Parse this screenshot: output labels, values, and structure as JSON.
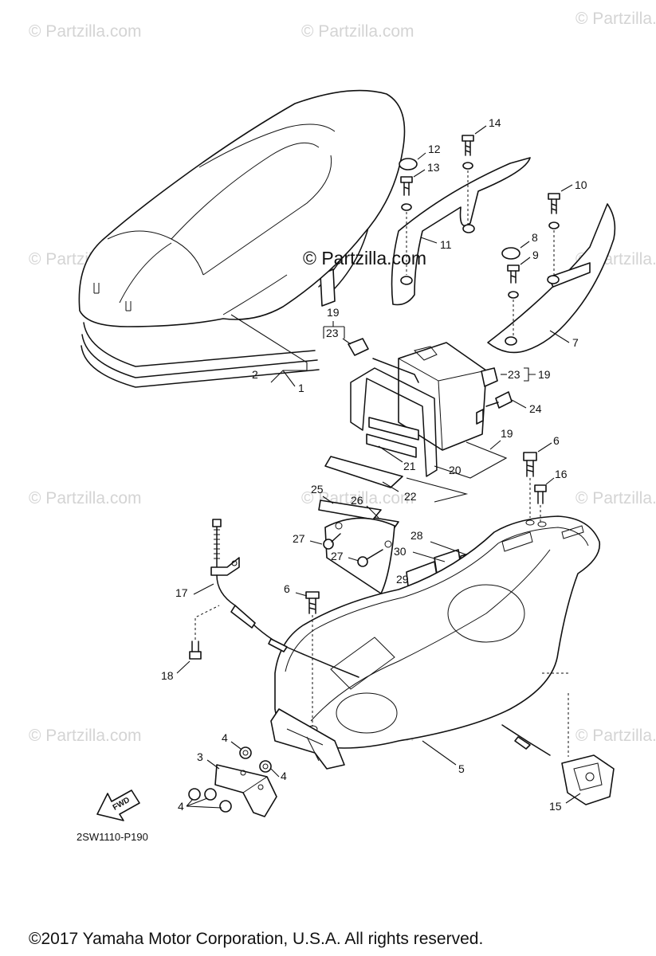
{
  "watermarks": {
    "text": "© Partzilla.com",
    "center_text": "© Partzilla.com"
  },
  "labels": {
    "p1": "1",
    "p2": "2",
    "p3": "3",
    "p4a": "4",
    "p4b": "4",
    "p4c": "4",
    "p5": "5",
    "p6a": "6",
    "p6b": "6",
    "p7": "7",
    "p8": "8",
    "p9": "9",
    "p10": "10",
    "p11": "11",
    "p12": "12",
    "p13": "13",
    "p14": "14",
    "p15": "15",
    "p16": "16",
    "p17": "17",
    "p18": "18",
    "p19a": "19",
    "p19b": "19",
    "p19c": "19",
    "p20": "20",
    "p21": "21",
    "p22": "22",
    "p23a": "23",
    "p23b": "23",
    "p24": "24",
    "p25": "25",
    "p26": "26",
    "p27a": "27",
    "p27b": "27",
    "p28": "28",
    "p29": "29",
    "p30": "30"
  },
  "diagram_code": "2SW1110-P190",
  "fwd_label": "FWD",
  "copyright": "©2017  Yamaha Motor Corporation, U.S.A. All rights reserved."
}
